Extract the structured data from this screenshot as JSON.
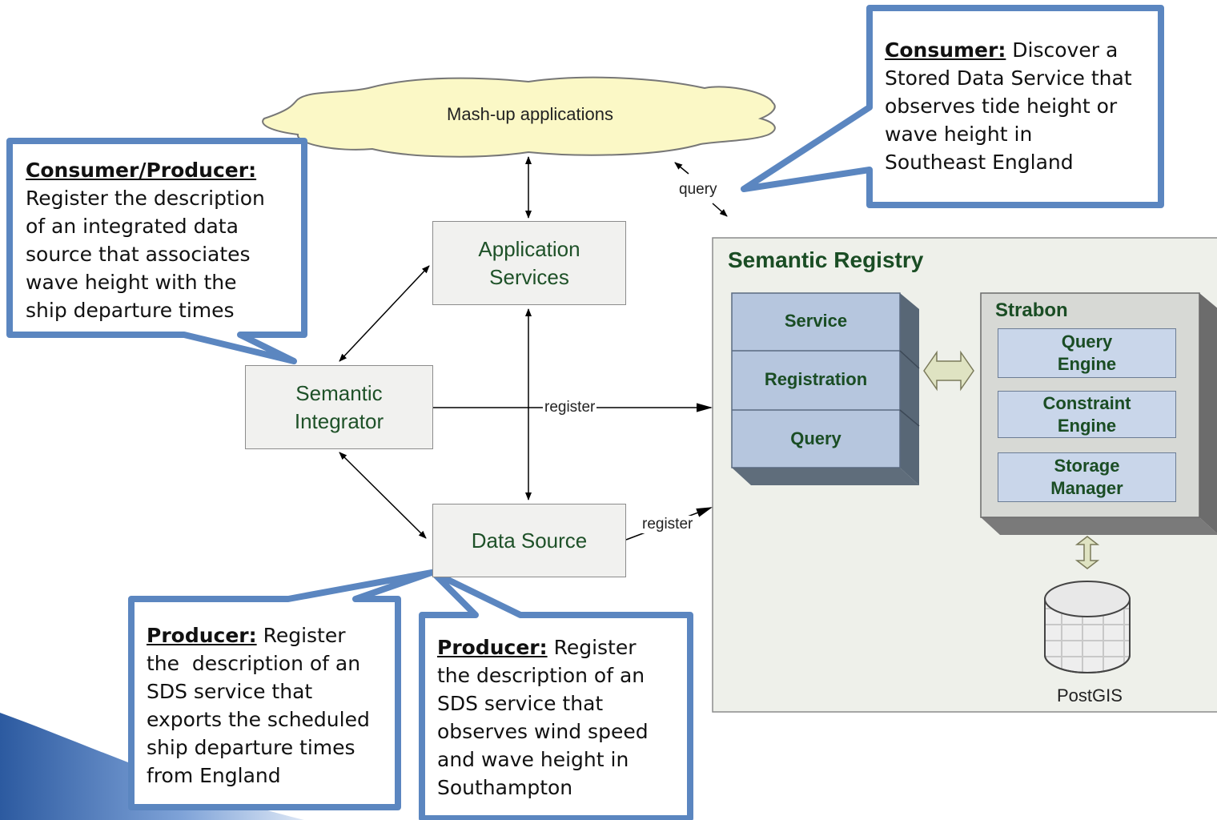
{
  "nodes": {
    "mashup": "Mash-up applications",
    "app_services": [
      "Application",
      "Services"
    ],
    "semantic_integrator": [
      "Semantic",
      "Integrator"
    ],
    "data_source": "Data Source"
  },
  "edges": {
    "register_1": "register",
    "register_2": "register",
    "query": "query"
  },
  "registry": {
    "title": "Semantic Registry",
    "layers": [
      "Service",
      "Registration",
      "Query"
    ],
    "strabon": {
      "title": "Strabon",
      "components": [
        [
          "Query",
          "Engine"
        ],
        [
          "Constraint",
          "Engine"
        ],
        [
          "Storage",
          "Manager"
        ]
      ]
    },
    "db": "PostGIS"
  },
  "callouts": {
    "consumer_top": {
      "heading": "Consumer:",
      "lines": [
        " Discover a",
        "Stored Data Service that",
        "observes tide height or",
        "wave height in",
        "Southeast England"
      ]
    },
    "consumer_producer": {
      "heading": "Consumer/Producer:",
      "lines": [
        "Register the description",
        "of an integrated data",
        "source that associates",
        "wave height with the",
        "ship departure times"
      ]
    },
    "producer_left": {
      "heading": "Producer:",
      "lines": [
        " Register",
        "the  description of an",
        "SDS service that",
        "exports the scheduled",
        "ship departure times",
        "from England"
      ]
    },
    "producer_right": {
      "heading": "Producer:",
      "lines": [
        " Register",
        "the description of an",
        "SDS service that",
        "observes wind speed",
        "and wave height in",
        "Southampton"
      ]
    }
  },
  "colors": {
    "callout_border": "#5b86c0",
    "box_fill": "#f1f1ef",
    "cloud_fill": "#fbf8c6",
    "registry_fill": "#eef0ea",
    "layer_fill": "#b6c6de",
    "text_green": "#1a4d24"
  }
}
